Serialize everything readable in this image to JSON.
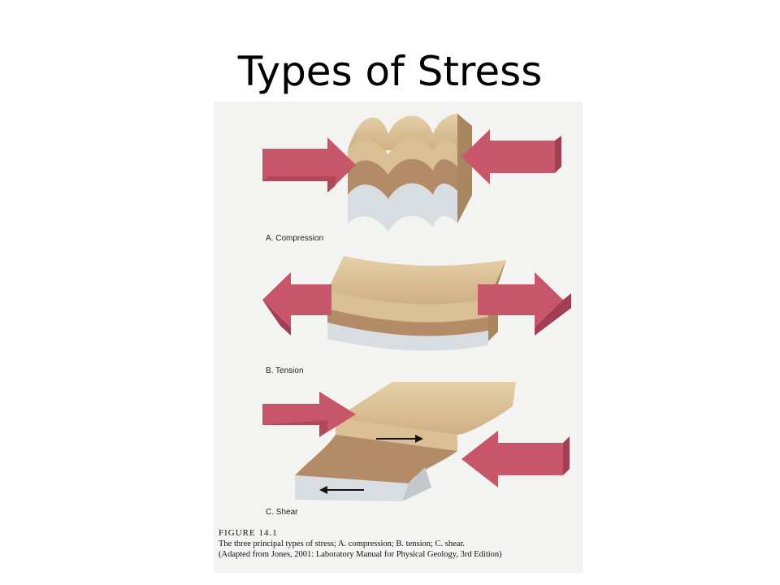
{
  "slide": {
    "title": "Types of Stress"
  },
  "colors": {
    "arrow_face": "#c7566a",
    "arrow_side": "#a13e52",
    "layer_top": "#d9bf93",
    "layer_mid": "#b38b66",
    "layer_base": "#d8dde1",
    "panel_bg": "#f3f3f1"
  },
  "figure": {
    "panels": [
      {
        "label": "A. Compression"
      },
      {
        "label": "B. Tension"
      },
      {
        "label": "C. Shear"
      }
    ],
    "caption": {
      "heading": "FIGURE 14.1",
      "line1": "The three principal types of stress; A. compression; B. tension; C. shear.",
      "line2": "(Adapted from Jones, 2001: Laboratory Manual for Physical Geology, 3rd Edition)"
    }
  },
  "icons": [
    "compression-arrow-icon",
    "tension-arrow-icon",
    "shear-arrow-icon",
    "slip-direction-arrow-icon"
  ]
}
